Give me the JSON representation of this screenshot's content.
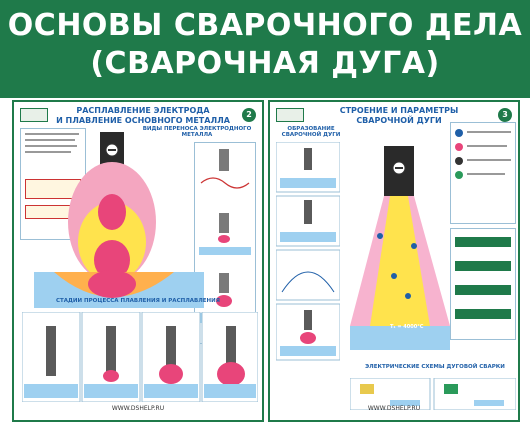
{
  "banner": {
    "line1": "ОСНОВЫ СВАРОЧНОГО ДЕЛА",
    "line2": "(СВАРОЧНАЯ ДУГА)"
  },
  "poster_left": {
    "title_line1": "РАСПЛАВЛЕНИЕ ЭЛЕКТРОДА",
    "title_line2": "И ПЛАВЛЕНИЕ ОСНОВНОГО МЕТАЛЛА",
    "number": "2",
    "stages_caption": "СТАДИИ ПРОЦЕССА ПЛАВЛЕНИЯ И РАСПЛАВЛЕНИЯ",
    "footer": "WWW.DSHELP.RU",
    "transfer_caption": "ВИДЫ ПЕРЕНОСА ЭЛЕКТРОДНОГО МЕТАЛЛА"
  },
  "poster_right": {
    "title_line1": "СТРОЕНИЕ И ПАРАМЕТРЫ",
    "title_line2": "СВАРОЧНОЙ ДУГИ",
    "number": "3",
    "left_caption": "ОБРАЗОВАНИЕ СВАРОЧНОЙ ДУГИ",
    "bottom_caption": "ЭЛЕКТРИЧЕСКИЕ СХЕМЫ ДУГОВОЙ СВАРКИ",
    "footer": "WWW.DSHELP.RU",
    "temp_label": "T₁ = 4000°C"
  },
  "colors": {
    "banner": "#1f7a4a",
    "accent_blue": "#1f5fa8",
    "arc_pink": "#e8457a",
    "arc_yellow": "#ffe34d"
  }
}
